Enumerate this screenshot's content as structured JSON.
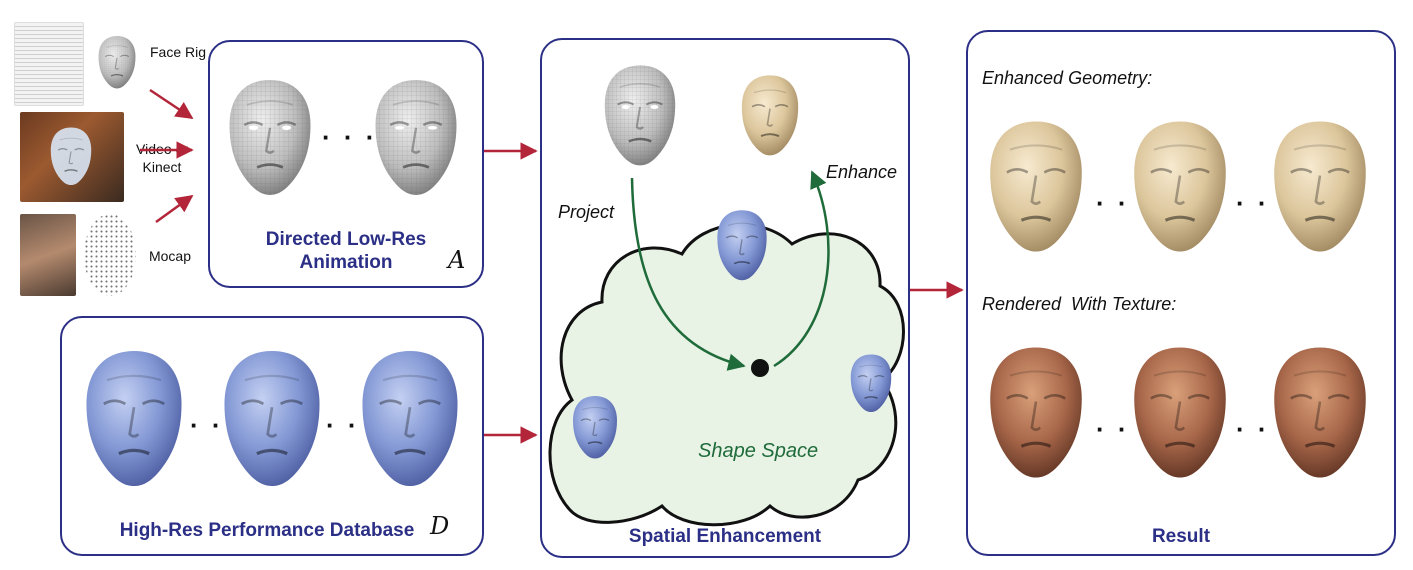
{
  "inputs": {
    "face_rig": "Face Rig",
    "video_or_kinect": "Video or\nKinect",
    "mocap": "Mocap"
  },
  "low_res_panel": {
    "title": "Directed Low-Res\nAnimation",
    "symbol": "A"
  },
  "database_panel": {
    "title": "High-Res Performance Database",
    "symbol": "D"
  },
  "spatial_panel": {
    "title": "Spatial Enhancement",
    "project_label": "Project",
    "enhance_label": "Enhance",
    "shape_space_label": "Shape Space"
  },
  "result_panel": {
    "title": "Result",
    "enhanced_geometry_label": "Enhanced Geometry:",
    "rendered_texture_label": "Rendered  With Texture:"
  },
  "colors": {
    "panel_border": "#2b2f86",
    "arrow_red": "#b3263a",
    "arrow_green": "#1f6b3a",
    "cloud_fill": "#e8f3e6",
    "blue_face": "#8fa3d9",
    "cream_face": "#e6d3b0",
    "skin_face": "#b97a55",
    "wire_face": "#c4c4c4"
  }
}
